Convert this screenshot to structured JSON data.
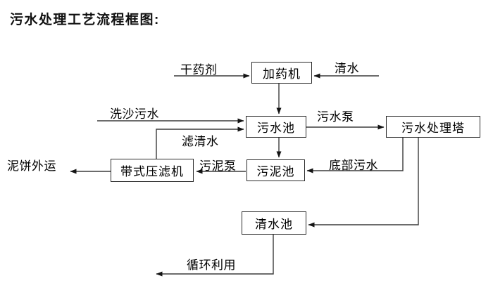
{
  "title": "污水处理工艺流程框图:",
  "nodes": {
    "dosing_machine": "加药机",
    "sewage_pool": "污水池",
    "sewage_treatment_tower": "污水处理塔",
    "sludge_pool": "污泥池",
    "belt_filter_press": "带式压滤机",
    "clear_water_pool": "清水池"
  },
  "flow_labels": {
    "dry_agent": "干药剂",
    "clear_water": "清水",
    "sand_washing_sewage": "洗沙污水",
    "sewage_pump": "污水泵",
    "filtered_clear_water": "滤清水",
    "sludge_pump": "污泥泵",
    "bottom_sewage": "底部污水",
    "mud_cake_out": "泥饼外运",
    "recycle_use": "循环利用"
  },
  "edges": [
    {
      "from": "干药剂",
      "to": "加药机",
      "label": "干药剂"
    },
    {
      "from": "清水",
      "to": "加药机",
      "label": "清水"
    },
    {
      "from": "加药机",
      "to": "污水池",
      "label": ""
    },
    {
      "from": "洗沙污水",
      "to": "污水池",
      "label": "洗沙污水"
    },
    {
      "from": "带式压滤机",
      "to": "污水池",
      "label": "滤清水"
    },
    {
      "from": "污水池",
      "to": "污水处理塔",
      "label": "污水泵"
    },
    {
      "from": "污水池",
      "to": "污泥池",
      "label": ""
    },
    {
      "from": "污水处理塔",
      "to": "污泥池",
      "label": "底部污水"
    },
    {
      "from": "污泥池",
      "to": "带式压滤机",
      "label": "污泥泵"
    },
    {
      "from": "带式压滤机",
      "to": "泥饼外运",
      "label": "泥饼外运"
    },
    {
      "from": "污水处理塔",
      "to": "清水池",
      "label": ""
    },
    {
      "from": "清水池",
      "to": "循环利用",
      "label": "循环利用"
    }
  ],
  "colors": {
    "background": "#ffffff",
    "line": "#3c3c3c",
    "box_border": "#2a2a2a",
    "text": "#000000"
  }
}
